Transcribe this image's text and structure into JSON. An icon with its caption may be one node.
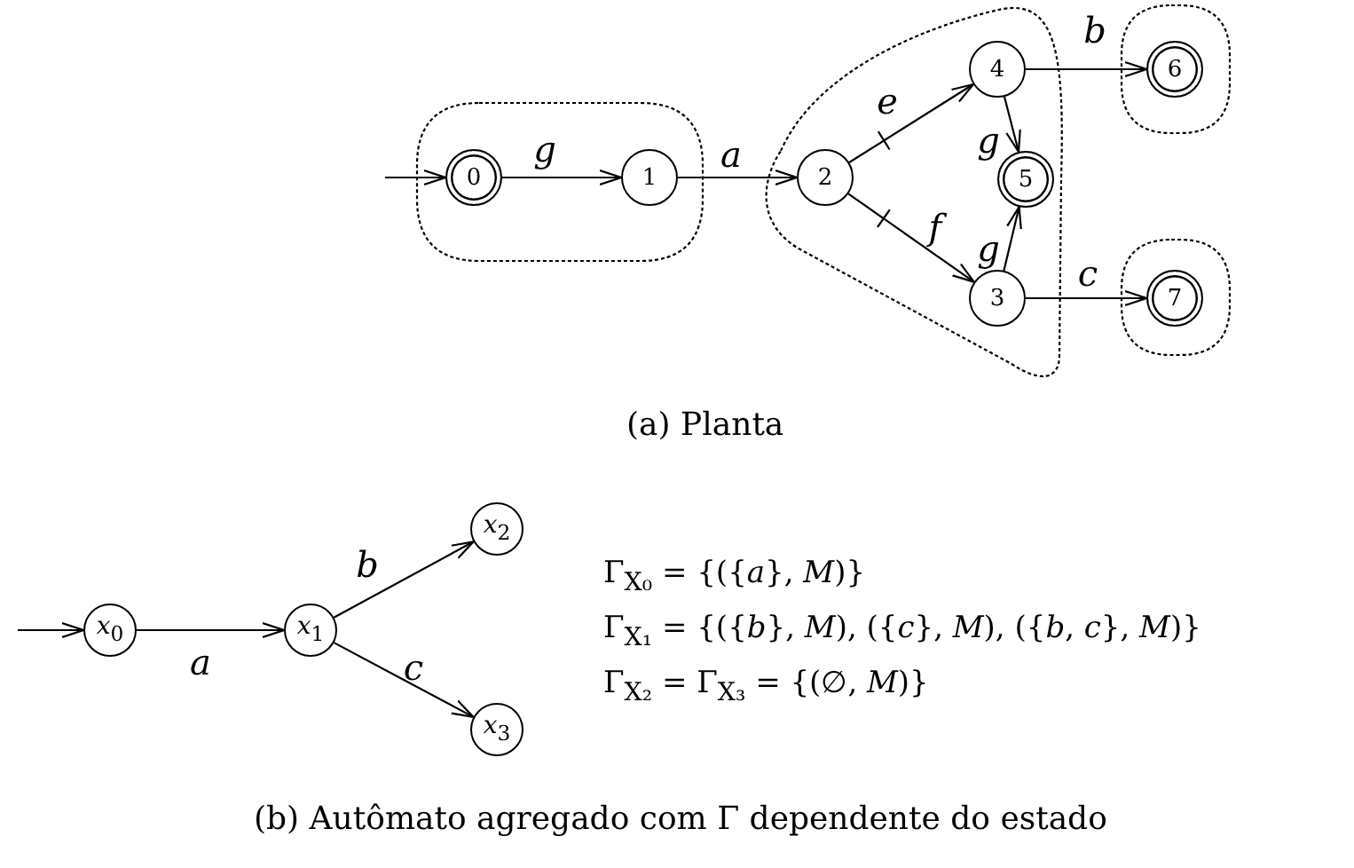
{
  "diagram": {
    "nodes": [
      {
        "text": [],
        "shape": "box"
      },
      {
        "text": [
          "0"
        ],
        "in": 0
      },
      {
        "text": [
          "1"
        ],
        "in": 0
      },
      {
        "text": [],
        "shape": "box"
      },
      {
        "text": [
          "2"
        ],
        "in": 3
      },
      {
        "text": [
          "4"
        ],
        "in": 3
      },
      {
        "text": [
          "5"
        ],
        "in": 3
      },
      {
        "text": [
          "3"
        ],
        "in": 3
      },
      {
        "text": [],
        "shape": "box"
      },
      {
        "text": [
          "6"
        ],
        "in": 8
      },
      {
        "text": [],
        "shape": "box"
      },
      {
        "text": [
          "7"
        ],
        "in": 10
      },
      {
        "text": [
          "*x*$_{0}$"
        ]
      },
      {
        "text": [
          "*x*$_{1}$"
        ]
      },
      {
        "text": [
          "*x*$_{2}$"
        ]
      },
      {
        "text": [
          "*x*$_{3}$"
        ]
      }
    ],
    "edges": [
      {
        "from": null,
        "to": 1,
        "arrow": "to"
      },
      {
        "from": 1,
        "to": 2,
        "arrow": "to",
        "label": "g"
      },
      {
        "from": 2,
        "to": 4,
        "arrow": "to",
        "label": "a"
      },
      {
        "from": 4,
        "to": 5,
        "arrow": "to",
        "label": "e"
      },
      {
        "from": 4,
        "to": 7,
        "arrow": "to",
        "label": "f"
      },
      {
        "from": 5,
        "to": 6,
        "arrow": "to",
        "label": "g"
      },
      {
        "from": 7,
        "to": 6,
        "arrow": "to",
        "label": "g"
      },
      {
        "from": 5,
        "to": 9,
        "arrow": "to",
        "label": "b"
      },
      {
        "from": 7,
        "to": 11,
        "arrow": "to",
        "label": "c"
      },
      {
        "from": null,
        "to": 12,
        "arrow": "to"
      },
      {
        "from": 12,
        "to": 13,
        "arrow": "to",
        "label": "a"
      },
      {
        "from": 13,
        "to": 14,
        "arrow": "to",
        "label": "b"
      },
      {
        "from": 13,
        "to": 15,
        "arrow": "to",
        "label": "c"
      }
    ],
    "labels": [
      "(a) Planta",
      "Γ$_{X₀}$ = {({*a*}, *M*)}",
      "Γ$_{X₁}$ = {({*b*}, *M*), ({*c*}, *M*), ({*b*, *c*}, *M*)}",
      "Γ$_{X₂}$ = Γ$_{X₃}$ = {(∅, *M*)}",
      "(b) Autômato agregado com Γ dependente do estado"
    ]
  }
}
